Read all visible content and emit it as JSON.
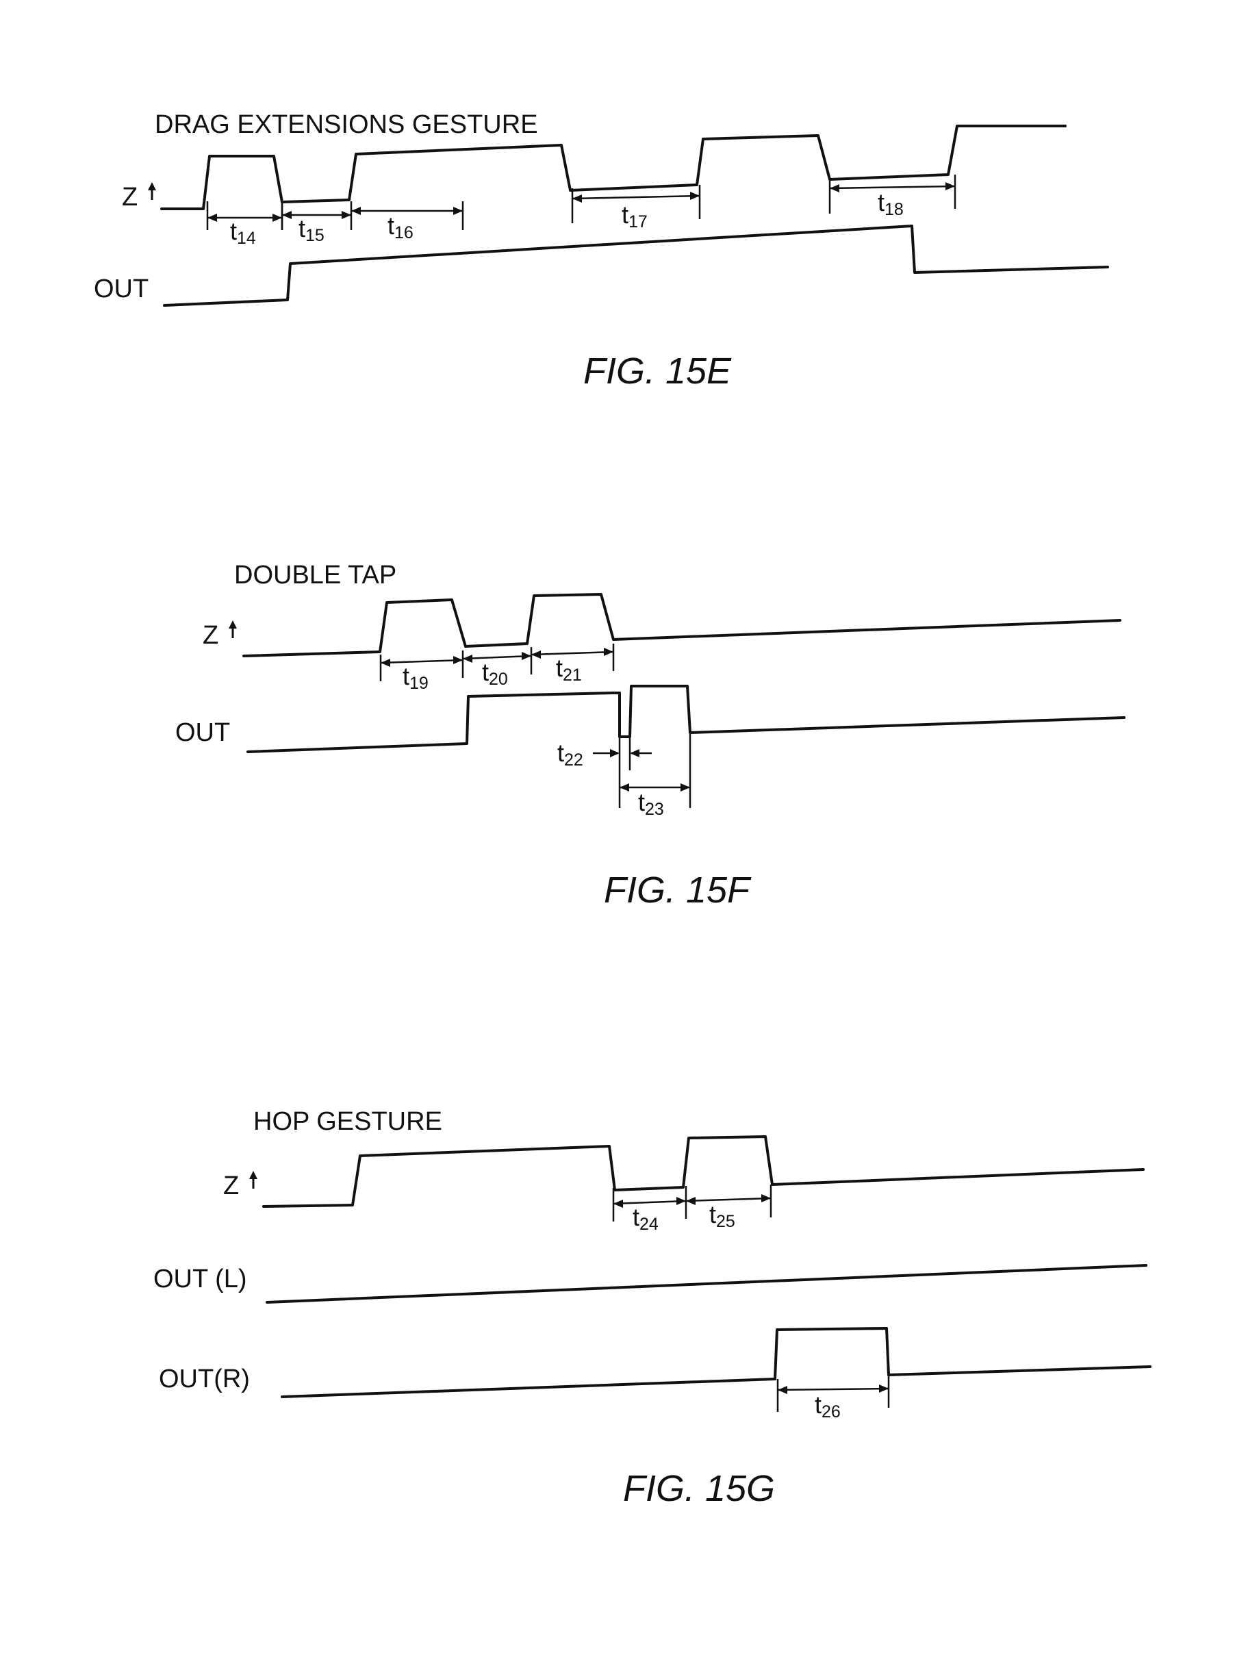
{
  "figures": [
    {
      "id": "fig15e",
      "title": "DRAG EXTENSIONS GESTURE",
      "caption": "FIG. 15E",
      "signals": [
        "Z",
        "OUT"
      ],
      "intervals": [
        {
          "main": "t",
          "sub": "14"
        },
        {
          "main": "t",
          "sub": "15"
        },
        {
          "main": "t",
          "sub": "16"
        },
        {
          "main": "t",
          "sub": "17"
        },
        {
          "main": "t",
          "sub": "18"
        }
      ]
    },
    {
      "id": "fig15f",
      "title": "DOUBLE TAP",
      "caption": "FIG. 15F",
      "signals": [
        "Z",
        "OUT"
      ],
      "intervals": [
        {
          "main": "t",
          "sub": "19"
        },
        {
          "main": "t",
          "sub": "20"
        },
        {
          "main": "t",
          "sub": "21"
        },
        {
          "main": "t",
          "sub": "22"
        },
        {
          "main": "t",
          "sub": "23"
        }
      ]
    },
    {
      "id": "fig15g",
      "title": "HOP GESTURE",
      "caption": "FIG. 15G",
      "signals": [
        "Z",
        "OUT (L)",
        "OUT(R)"
      ],
      "intervals": [
        {
          "main": "t",
          "sub": "24"
        },
        {
          "main": "t",
          "sub": "25"
        },
        {
          "main": "t",
          "sub": "26"
        }
      ]
    }
  ],
  "symbols": {
    "z_arrow": "up-arrow-icon"
  }
}
